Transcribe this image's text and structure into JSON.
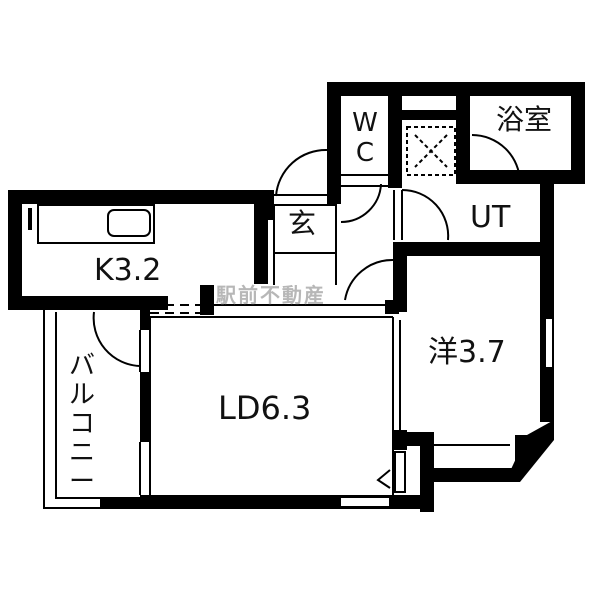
{
  "floorplan": {
    "rooms": {
      "kitchen": "K3.2",
      "living_dining": "LD6.3",
      "western_room": "洋3.7",
      "utility": "UT",
      "bathroom": "浴室",
      "entrance": "玄",
      "toilet": "WC",
      "balcony": "バルコニー"
    },
    "watermark": "駅前不動産",
    "colors": {
      "wall": "#000000",
      "background": "#ffffff"
    }
  }
}
